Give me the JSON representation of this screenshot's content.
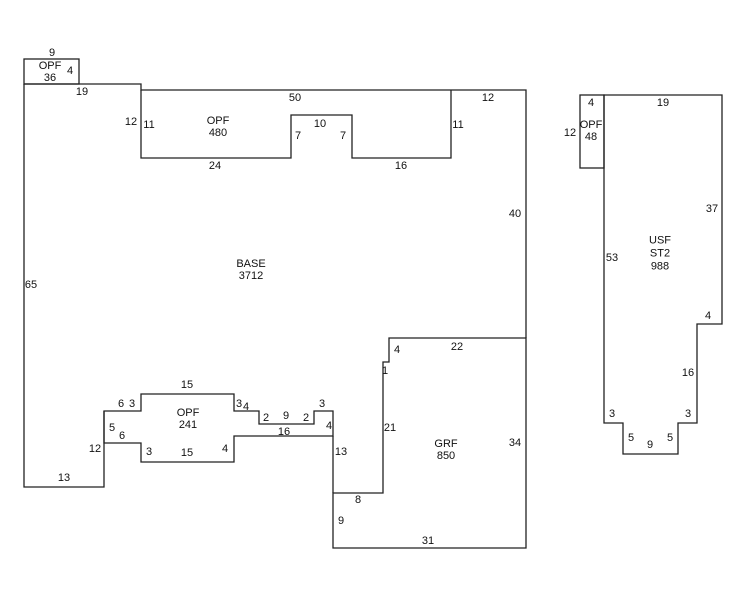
{
  "areas": [
    {
      "code": "OPF",
      "value": "36"
    },
    {
      "code": "OPF",
      "value": "480"
    },
    {
      "code": "BASE",
      "value": "3712"
    },
    {
      "code": "OPF",
      "value": "241"
    },
    {
      "code": "GRF",
      "value": "850"
    },
    {
      "code": "OPF",
      "value": "48"
    },
    {
      "code": "USF",
      "sub": "ST2",
      "value": "988"
    }
  ],
  "dimensions": [
    "9",
    "4",
    "19",
    "50",
    "12",
    "12",
    "11",
    "11",
    "10",
    "7",
    "7",
    "24",
    "16",
    "40",
    "65",
    "22",
    "4",
    "1",
    "21",
    "34",
    "15",
    "6",
    "3",
    "3",
    "4",
    "2",
    "9",
    "2",
    "3",
    "5",
    "6",
    "4",
    "16",
    "12",
    "3",
    "15",
    "4",
    "13",
    "13",
    "8",
    "9",
    "31",
    "4",
    "19",
    "12",
    "37",
    "53",
    "4",
    "16",
    "3",
    "3",
    "5",
    "9",
    "5"
  ]
}
